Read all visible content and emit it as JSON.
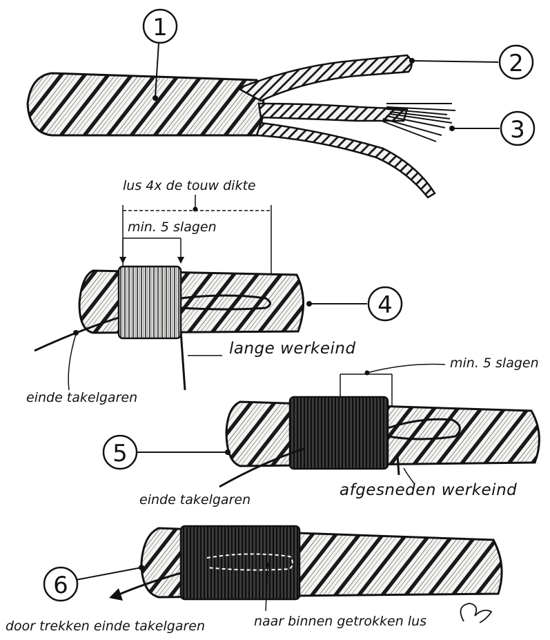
{
  "markers": {
    "m1": "1",
    "m2": "2",
    "m3": "3",
    "m4": "4",
    "m5": "5",
    "m6": "6"
  },
  "labels": {
    "loop_size": "lus 4x de touw dikte",
    "min_turns_a": "min. 5 slagen",
    "long_working_end": "lange werkeind",
    "twine_end_a": "einde takelgaren",
    "min_turns_b": "min. 5 slagen",
    "twine_end_b": "einde takelgaren",
    "cut_working_end": "afgesneden werkeind",
    "pull_twine_end": "door trekken einde takelgaren",
    "loop_pulled_in": "naar binnen getrokken lus"
  }
}
